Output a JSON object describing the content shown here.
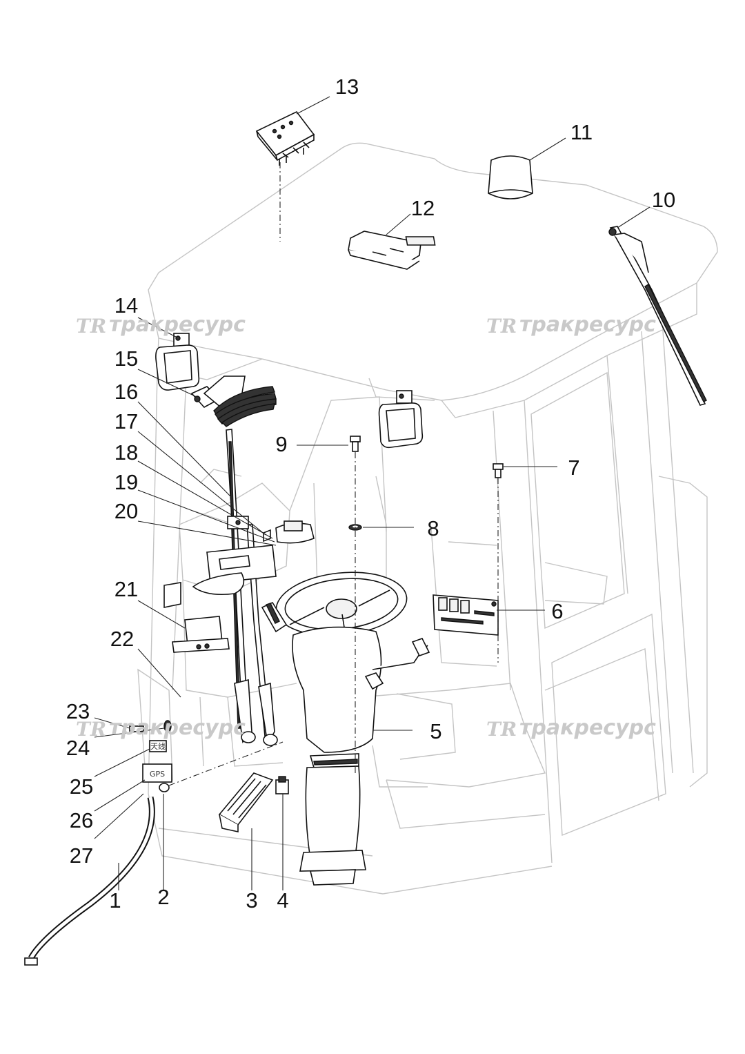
{
  "watermark": {
    "logo": "TR",
    "text": "тракресурс"
  },
  "labels": {
    "antenna_tag": "天线",
    "gps_tag": "GPS"
  },
  "callouts": [
    "1",
    "2",
    "3",
    "4",
    "5",
    "6",
    "7",
    "8",
    "9",
    "10",
    "11",
    "12",
    "13",
    "14",
    "15",
    "16",
    "17",
    "18",
    "19",
    "20",
    "21",
    "22",
    "23",
    "24",
    "25",
    "26",
    "27"
  ]
}
